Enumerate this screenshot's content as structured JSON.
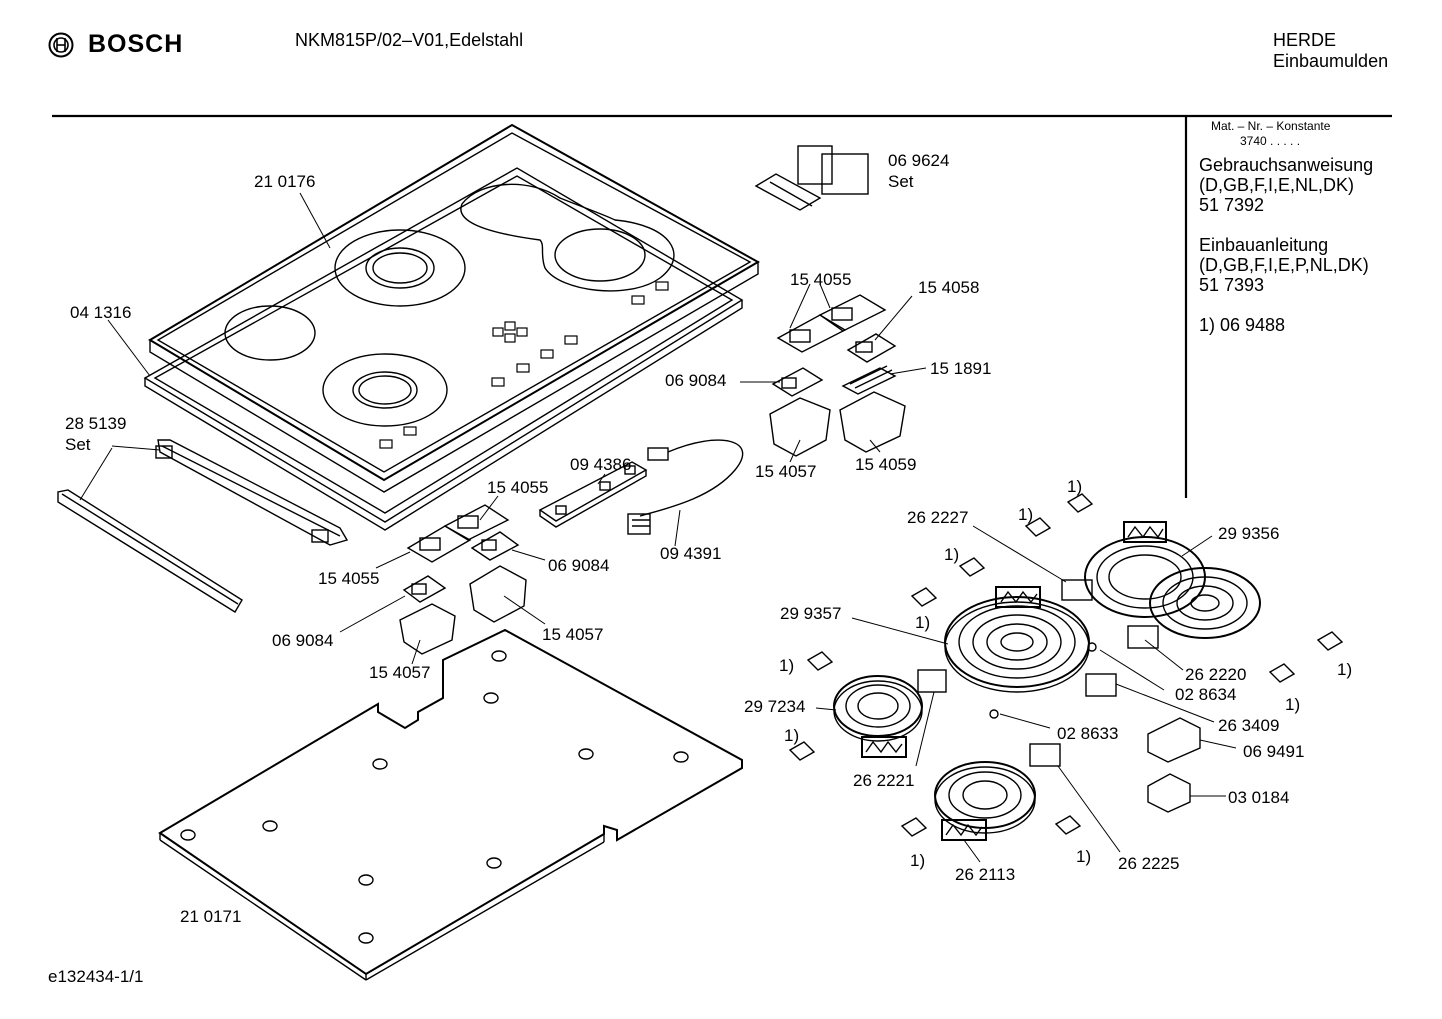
{
  "header": {
    "brand": "BOSCH",
    "model": "NKM815P/02–V01,Edelstahl",
    "category_line1": "HERDE",
    "category_line2": "Einbaumulden",
    "footer_code": "e132434-1/1"
  },
  "side_panel": {
    "mat_caption": "Mat. – Nr. – Konstante",
    "mat_value": "3740 . . . . .",
    "manual_title": "Gebrauchsanweisung",
    "manual_langs": "(D,GB,F,I,E,NL,DK)",
    "manual_number": "51 7392",
    "install_title": "Einbauanleitung",
    "install_langs": "(D,GB,F,I,E,P,NL,DK)",
    "install_number": "51 7393",
    "footnote": "1) 06 9488"
  },
  "parts": [
    {
      "id": "p1",
      "text": "21 0176"
    },
    {
      "id": "p2",
      "text": "04 1316"
    },
    {
      "id": "p3",
      "text": "28 5139"
    },
    {
      "id": "p4",
      "text": "Set"
    },
    {
      "id": "p5",
      "text": "06 9624"
    },
    {
      "id": "p6",
      "text": "Set"
    },
    {
      "id": "p7",
      "text": "15 4055"
    },
    {
      "id": "p8",
      "text": "15 4058"
    },
    {
      "id": "p9",
      "text": "06 9084"
    },
    {
      "id": "p10",
      "text": "15 1891"
    },
    {
      "id": "p11",
      "text": "15 4057"
    },
    {
      "id": "p12",
      "text": "15 4059"
    },
    {
      "id": "p13",
      "text": "09 4386"
    },
    {
      "id": "p14",
      "text": "15 4055"
    },
    {
      "id": "p15",
      "text": "09 4391"
    },
    {
      "id": "p16",
      "text": "15 4055"
    },
    {
      "id": "p17",
      "text": "06 9084"
    },
    {
      "id": "p18",
      "text": "06 9084"
    },
    {
      "id": "p19",
      "text": "15 4057"
    },
    {
      "id": "p20",
      "text": "15 4057"
    },
    {
      "id": "p21",
      "text": "21 0171"
    },
    {
      "id": "p22",
      "text": "1)"
    },
    {
      "id": "p23",
      "text": "1)"
    },
    {
      "id": "p24",
      "text": "26 2227"
    },
    {
      "id": "p25",
      "text": "29 9356"
    },
    {
      "id": "p26",
      "text": "1)"
    },
    {
      "id": "p27",
      "text": "29 9357"
    },
    {
      "id": "p28",
      "text": "1)"
    },
    {
      "id": "p29",
      "text": "26 2220"
    },
    {
      "id": "p30",
      "text": "1)"
    },
    {
      "id": "p31",
      "text": "1)"
    },
    {
      "id": "p32",
      "text": "02 8634"
    },
    {
      "id": "p33",
      "text": "1)"
    },
    {
      "id": "p34",
      "text": "29 7234"
    },
    {
      "id": "p35",
      "text": "26 3409"
    },
    {
      "id": "p36",
      "text": "02 8633"
    },
    {
      "id": "p37",
      "text": "1)"
    },
    {
      "id": "p38",
      "text": "06 9491"
    },
    {
      "id": "p39",
      "text": "26 2221"
    },
    {
      "id": "p40",
      "text": "03 0184"
    },
    {
      "id": "p41",
      "text": "1)"
    },
    {
      "id": "p42",
      "text": "1)"
    },
    {
      "id": "p43",
      "text": "26 2225"
    },
    {
      "id": "p44",
      "text": "26 2113"
    }
  ]
}
